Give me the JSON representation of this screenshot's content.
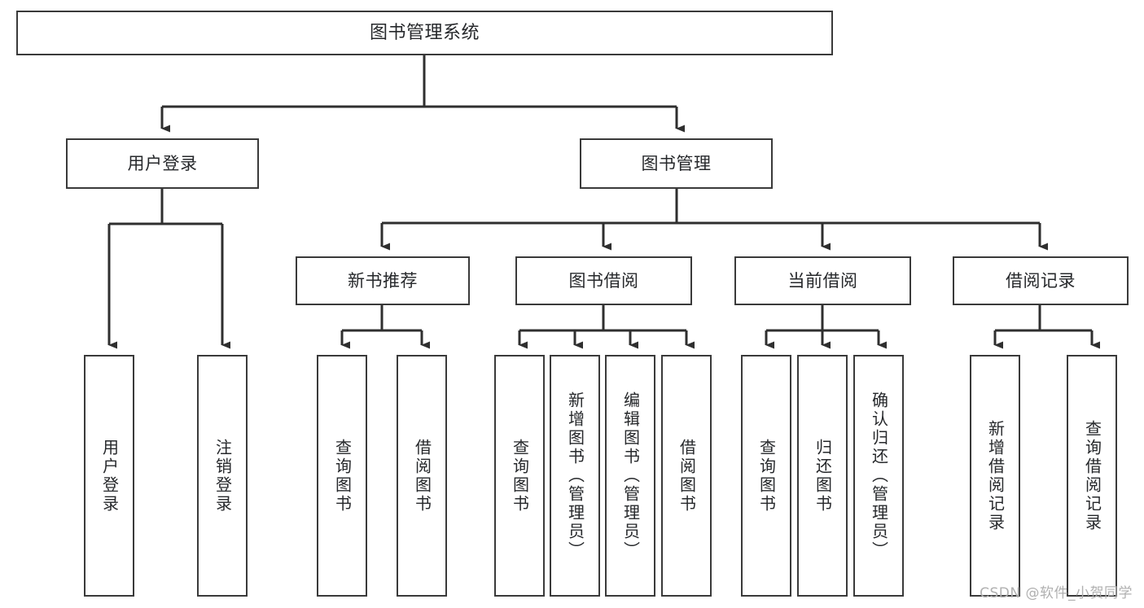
{
  "diagram": {
    "title": "图书管理系统",
    "type": "tree-hierarchy",
    "watermark": "CSDN @软件_小贺同学",
    "colors": {
      "background": "#ffffff",
      "box_border": "#3a3a3a",
      "connector": "#2f2f2f",
      "text": "#26282b",
      "watermark": "#b0b0b0"
    },
    "nodes": {
      "root": {
        "label": "图书管理系统",
        "orientation": "horizontal",
        "level": 0
      },
      "l1": [
        {
          "id": "user-login",
          "label": "用户登录",
          "orientation": "horizontal",
          "level": 1
        },
        {
          "id": "book-manage",
          "label": "图书管理",
          "orientation": "horizontal",
          "level": 1
        }
      ],
      "l2": [
        {
          "id": "new-book-recommend",
          "label": "新书推荐",
          "orientation": "horizontal",
          "level": 2,
          "parent": "book-manage"
        },
        {
          "id": "book-borrow",
          "label": "图书借阅",
          "orientation": "horizontal",
          "level": 2,
          "parent": "book-manage"
        },
        {
          "id": "current-borrow",
          "label": "当前借阅",
          "orientation": "horizontal",
          "level": 2,
          "parent": "book-manage"
        },
        {
          "id": "borrow-record",
          "label": "借阅记录",
          "orientation": "horizontal",
          "level": 2,
          "parent": "book-manage"
        }
      ],
      "leaves": [
        {
          "id": "leaf-user-login",
          "label": "用户登录",
          "orientation": "vertical",
          "parent": "user-login"
        },
        {
          "id": "leaf-user-logout",
          "label": "注销登录",
          "orientation": "vertical",
          "parent": "user-login"
        },
        {
          "id": "leaf-query-book-1",
          "label": "查询图书",
          "orientation": "vertical",
          "parent": "new-book-recommend"
        },
        {
          "id": "leaf-borrow-book-1",
          "label": "借阅图书",
          "orientation": "vertical",
          "parent": "new-book-recommend"
        },
        {
          "id": "leaf-query-book-2",
          "label": "查询图书",
          "orientation": "vertical",
          "parent": "book-borrow"
        },
        {
          "id": "leaf-add-book",
          "label": "新增图书（管理员）",
          "orientation": "vertical",
          "parent": "book-borrow"
        },
        {
          "id": "leaf-edit-book",
          "label": "编辑图书（管理员）",
          "orientation": "vertical",
          "parent": "book-borrow"
        },
        {
          "id": "leaf-borrow-book-2",
          "label": "借阅图书",
          "orientation": "vertical",
          "parent": "book-borrow"
        },
        {
          "id": "leaf-query-book-3",
          "label": "查询图书",
          "orientation": "vertical",
          "parent": "current-borrow"
        },
        {
          "id": "leaf-return-book",
          "label": "归还图书",
          "orientation": "vertical",
          "parent": "current-borrow"
        },
        {
          "id": "leaf-confirm-return",
          "label": "确认归还（管理员）",
          "orientation": "vertical",
          "parent": "current-borrow"
        },
        {
          "id": "leaf-add-record",
          "label": "新增借阅记录",
          "orientation": "vertical",
          "parent": "borrow-record"
        },
        {
          "id": "leaf-query-record",
          "label": "查询借阅记录",
          "orientation": "vertical",
          "parent": "borrow-record"
        }
      ]
    }
  }
}
